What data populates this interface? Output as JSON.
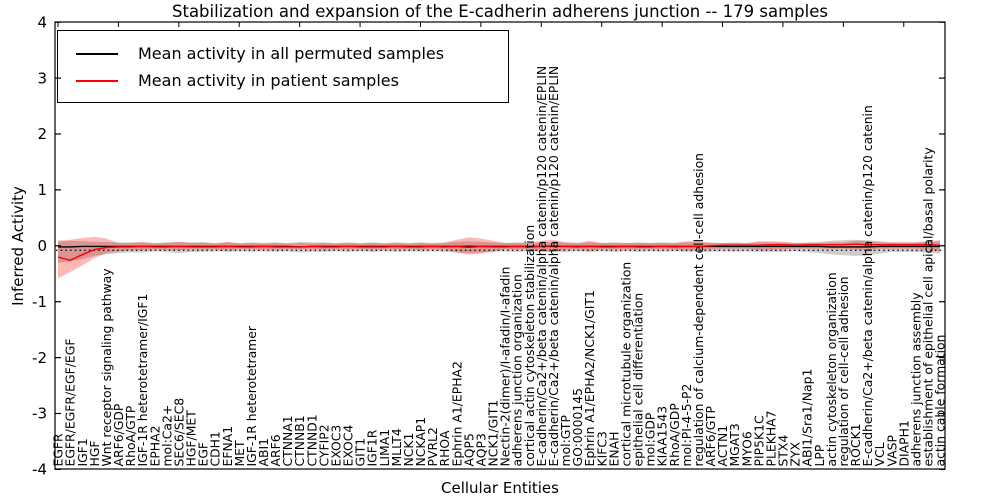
{
  "chart_data": {
    "type": "line",
    "title": "Stabilization and expansion of the E-cadherin adherens junction -- 179 samples",
    "xlabel": "Cellular Entities",
    "ylabel": "Inferred Activity",
    "ylim": [
      -4,
      4
    ],
    "yticks": [
      4,
      3,
      2,
      1,
      0,
      -1,
      -2,
      -3,
      -4
    ],
    "grid": false,
    "legend_position": "upper left",
    "dotted_reference_line": -0.08,
    "categories": [
      "EGFR",
      "EGFR/EGFR/EGF/EGF",
      "IGF1",
      "HGF",
      "Wnt receptor signaling pathway",
      "ARF6/GDP",
      "RhoA/GTP",
      "IGF-1R heterotetramer/IGF1",
      "EPHA2",
      "mol:Ca2+",
      "SEC6/SEC8",
      "HGF/MET",
      "EGF",
      "CDH1",
      "EFNA1",
      "MET",
      "IGF-1R heterotetramer",
      "ABI1",
      "ARF6",
      "CTNNA1",
      "CTNNB1",
      "CTNND1",
      "CYFIP2",
      "EXOC3",
      "EXOC4",
      "GIT1",
      "IGF1R",
      "LIMA1",
      "MLLT4",
      "NCK1",
      "NCKAP1",
      "PVRL2",
      "RHOA",
      "Ephrin A1/EPHA2",
      "AQP5",
      "AQP3",
      "NCK1/GIT1",
      "Nectin-2(dimer)/I-afadin/I-afadin",
      "adherens junction organization",
      "cortical actin cytoskeleton stabilization",
      "E-cadherin/Ca2+/beta catenin/alpha catenin/p120 catenin/EPLIN",
      "E-cadherin/Ca2+/beta catenin/alpha catenin/p120 catenin/EPLIN",
      "mol:GTP",
      "GO:0000145",
      "Ephrin A1/EPHA2/NCK1/GIT1",
      "KIFC3",
      "ENAH",
      "cortical microtubule organization",
      "epithelial cell differentiation",
      "mol:GDP",
      "KIAA1543",
      "RhoA/GDP",
      "mol:PI-4-5-P2",
      "regulation of calcium-dependent cell-cell adhesion",
      "ARF6/GTP",
      "ACTN1",
      "MGAT3",
      "MYO6",
      "PIP5K1C",
      "PLEKHA7",
      "STX4",
      "ZYX",
      "ABI1/Sra1/Nap1",
      "LPP",
      "actin cytoskeleton organization",
      "regulation of cell-cell adhesion",
      "ROCK1",
      "E-cadherin/Ca2+/beta catenin/alpha catenin/p120 catenin",
      "VCL",
      "VASP",
      "DIAPH1",
      "adherens junction assembly",
      "establishment of epithelial cell apical/basal polarity",
      "actin cable formation"
    ],
    "series": [
      {
        "key": "permuted",
        "name": "Mean activity in all permuted samples",
        "color": "#000000",
        "band_fill": "rgba(90,90,90,0.30)",
        "values": [
          -0.02,
          -0.02,
          -0.01,
          -0.01,
          -0.01,
          -0.01,
          -0.01,
          -0.01,
          -0.01,
          -0.01,
          -0.01,
          -0.01,
          -0.01,
          -0.01,
          -0.01,
          -0.01,
          -0.01,
          -0.01,
          -0.01,
          -0.01,
          -0.02,
          -0.01,
          -0.01,
          -0.01,
          -0.01,
          -0.01,
          -0.01,
          -0.01,
          -0.01,
          -0.01,
          -0.01,
          -0.01,
          -0.01,
          -0.01,
          -0.02,
          -0.01,
          -0.01,
          -0.01,
          -0.01,
          -0.01,
          -0.01,
          -0.01,
          -0.01,
          -0.01,
          -0.01,
          -0.01,
          -0.01,
          -0.01,
          -0.01,
          -0.01,
          -0.01,
          -0.01,
          -0.01,
          -0.01,
          -0.01,
          -0.01,
          -0.01,
          -0.01,
          -0.01,
          -0.01,
          -0.01,
          -0.01,
          -0.01,
          -0.01,
          -0.02,
          -0.02,
          -0.02,
          -0.02,
          -0.01,
          -0.01,
          -0.01,
          -0.01,
          -0.01,
          -0.01
        ],
        "upper": [
          0.1,
          0.09,
          0.08,
          0.07,
          0.07,
          0.06,
          0.06,
          0.06,
          0.05,
          0.06,
          0.07,
          0.06,
          0.06,
          0.05,
          0.06,
          0.05,
          0.06,
          0.05,
          0.06,
          0.05,
          0.07,
          0.06,
          0.06,
          0.05,
          0.06,
          0.05,
          0.06,
          0.05,
          0.06,
          0.05,
          0.06,
          0.05,
          0.06,
          0.07,
          0.08,
          0.07,
          0.06,
          0.05,
          0.06,
          0.05,
          0.06,
          0.06,
          0.06,
          0.05,
          0.06,
          0.05,
          0.06,
          0.05,
          0.06,
          0.05,
          0.06,
          0.05,
          0.06,
          0.06,
          0.06,
          0.05,
          0.06,
          0.05,
          0.06,
          0.06,
          0.06,
          0.05,
          0.06,
          0.07,
          0.09,
          0.1,
          0.11,
          0.1,
          0.08,
          0.06,
          0.06,
          0.06,
          0.07,
          0.08
        ],
        "lower": [
          -0.3,
          -0.28,
          -0.24,
          -0.18,
          -0.15,
          -0.13,
          -0.12,
          -0.12,
          -0.1,
          -0.11,
          -0.13,
          -0.11,
          -0.11,
          -0.1,
          -0.11,
          -0.1,
          -0.11,
          -0.1,
          -0.11,
          -0.1,
          -0.12,
          -0.11,
          -0.11,
          -0.1,
          -0.11,
          -0.1,
          -0.11,
          -0.1,
          -0.11,
          -0.1,
          -0.11,
          -0.1,
          -0.11,
          -0.12,
          -0.13,
          -0.12,
          -0.11,
          -0.1,
          -0.11,
          -0.1,
          -0.11,
          -0.11,
          -0.11,
          -0.1,
          -0.11,
          -0.1,
          -0.11,
          -0.1,
          -0.11,
          -0.1,
          -0.11,
          -0.1,
          -0.11,
          -0.11,
          -0.11,
          -0.1,
          -0.11,
          -0.1,
          -0.11,
          -0.11,
          -0.11,
          -0.1,
          -0.11,
          -0.13,
          -0.15,
          -0.17,
          -0.18,
          -0.17,
          -0.14,
          -0.11,
          -0.11,
          -0.11,
          -0.13,
          -0.14
        ]
      },
      {
        "key": "patient",
        "name": "Mean activity in patient samples",
        "color": "#ff0000",
        "band_fill": "rgba(255,0,0,0.28)",
        "values": [
          -0.2,
          -0.26,
          -0.16,
          -0.07,
          -0.03,
          -0.02,
          -0.02,
          -0.01,
          -0.02,
          -0.02,
          -0.01,
          -0.02,
          -0.02,
          -0.02,
          -0.01,
          -0.02,
          -0.02,
          -0.01,
          -0.02,
          -0.02,
          -0.02,
          -0.01,
          -0.02,
          -0.02,
          -0.01,
          -0.02,
          -0.02,
          -0.02,
          -0.01,
          -0.02,
          -0.02,
          -0.01,
          -0.02,
          -0.01,
          0.0,
          -0.01,
          -0.02,
          -0.02,
          -0.01,
          -0.02,
          -0.01,
          0.0,
          -0.01,
          -0.02,
          -0.01,
          -0.02,
          -0.02,
          -0.01,
          -0.02,
          -0.02,
          -0.01,
          -0.02,
          -0.01,
          -0.01,
          0.0,
          0.01,
          0.01,
          0.01,
          0.01,
          0.02,
          0.02,
          0.01,
          0.02,
          0.02,
          0.02,
          0.02,
          0.03,
          0.02,
          0.02,
          0.02,
          0.02,
          0.02,
          0.02,
          0.01
        ],
        "upper": [
          0.07,
          0.11,
          0.14,
          0.16,
          0.13,
          0.05,
          0.05,
          0.07,
          0.04,
          0.05,
          0.07,
          0.05,
          0.06,
          0.04,
          0.07,
          0.04,
          0.05,
          0.04,
          0.05,
          0.04,
          0.05,
          0.04,
          0.05,
          0.04,
          0.05,
          0.04,
          0.05,
          0.04,
          0.05,
          0.04,
          0.05,
          0.04,
          0.05,
          0.11,
          0.15,
          0.13,
          0.09,
          0.05,
          0.05,
          0.05,
          0.09,
          0.11,
          0.06,
          0.05,
          0.09,
          0.05,
          0.05,
          0.05,
          0.05,
          0.05,
          0.05,
          0.05,
          0.08,
          0.08,
          0.05,
          0.05,
          0.05,
          0.05,
          0.08,
          0.08,
          0.07,
          0.05,
          0.05,
          0.05,
          0.06,
          0.06,
          0.09,
          0.08,
          0.06,
          0.06,
          0.06,
          0.06,
          0.08,
          0.1
        ],
        "lower": [
          -0.58,
          -0.47,
          -0.35,
          -0.22,
          -0.13,
          -0.1,
          -0.08,
          -0.08,
          -0.06,
          -0.07,
          -0.08,
          -0.06,
          -0.07,
          -0.06,
          -0.08,
          -0.06,
          -0.06,
          -0.06,
          -0.07,
          -0.06,
          -0.06,
          -0.06,
          -0.07,
          -0.06,
          -0.06,
          -0.06,
          -0.07,
          -0.06,
          -0.06,
          -0.06,
          -0.07,
          -0.06,
          -0.06,
          -0.12,
          -0.16,
          -0.14,
          -0.1,
          -0.06,
          -0.06,
          -0.06,
          -0.1,
          -0.11,
          -0.07,
          -0.06,
          -0.09,
          -0.06,
          -0.06,
          -0.06,
          -0.06,
          -0.06,
          -0.06,
          -0.06,
          -0.08,
          -0.08,
          -0.06,
          -0.05,
          -0.05,
          -0.05,
          -0.07,
          -0.07,
          -0.06,
          -0.05,
          -0.05,
          -0.05,
          -0.05,
          -0.05,
          -0.07,
          -0.07,
          -0.05,
          -0.05,
          -0.05,
          -0.05,
          -0.07,
          -0.1
        ]
      }
    ]
  }
}
